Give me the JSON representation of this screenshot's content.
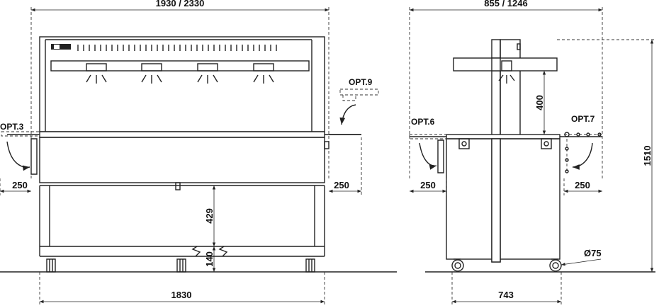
{
  "front_view": {
    "overall_width": "1930 / 2330",
    "base_width": "1830",
    "overhang_left": "250",
    "overhang_right": "250",
    "lower_shelf_height": "429",
    "bottom_clearance": "140",
    "option_left": "OPT.3",
    "option_right": "OPT.9"
  },
  "side_view": {
    "overall_depth": "855 / 1246",
    "base_depth": "743",
    "overhang_left": "250",
    "overhang_right": "250",
    "upper_shelf_height": "400",
    "total_height": "1510",
    "wheel_diameter": "Ø75",
    "option_left": "OPT.6",
    "option_right": "OPT.7"
  }
}
